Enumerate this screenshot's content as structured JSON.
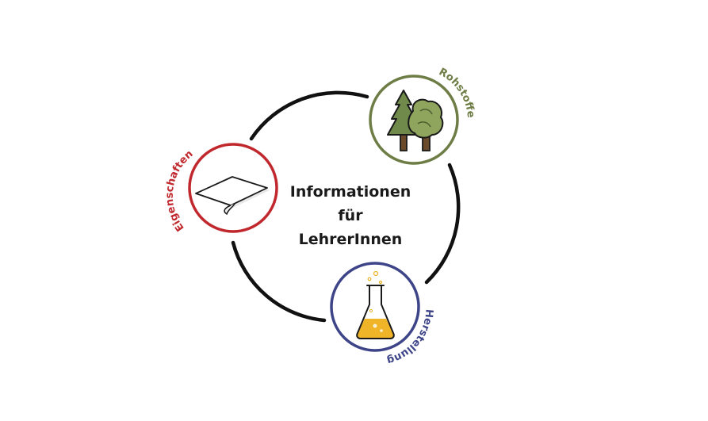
{
  "center": {
    "lines": [
      "Informationen",
      "für",
      "LehrerInnen"
    ]
  },
  "nodes": {
    "rohstoffe": {
      "label": "Rohstoffe",
      "color": "#6e7d45",
      "icon": "trees-icon"
    },
    "eigenschaften": {
      "label": "Eigenschaften",
      "color": "#c0282d",
      "icon": "paper-sheet-icon"
    },
    "herstellung": {
      "label": "Herstellung",
      "color": "#3d4488",
      "icon": "erlenmeyer-flask-icon"
    }
  },
  "colors": {
    "cycle_line": "#111111",
    "tree_green": "#6f8a4a",
    "bush_green": "#8fa45c",
    "trunk_brown": "#6b4a2b",
    "liquid_yellow": "#f0b429"
  }
}
